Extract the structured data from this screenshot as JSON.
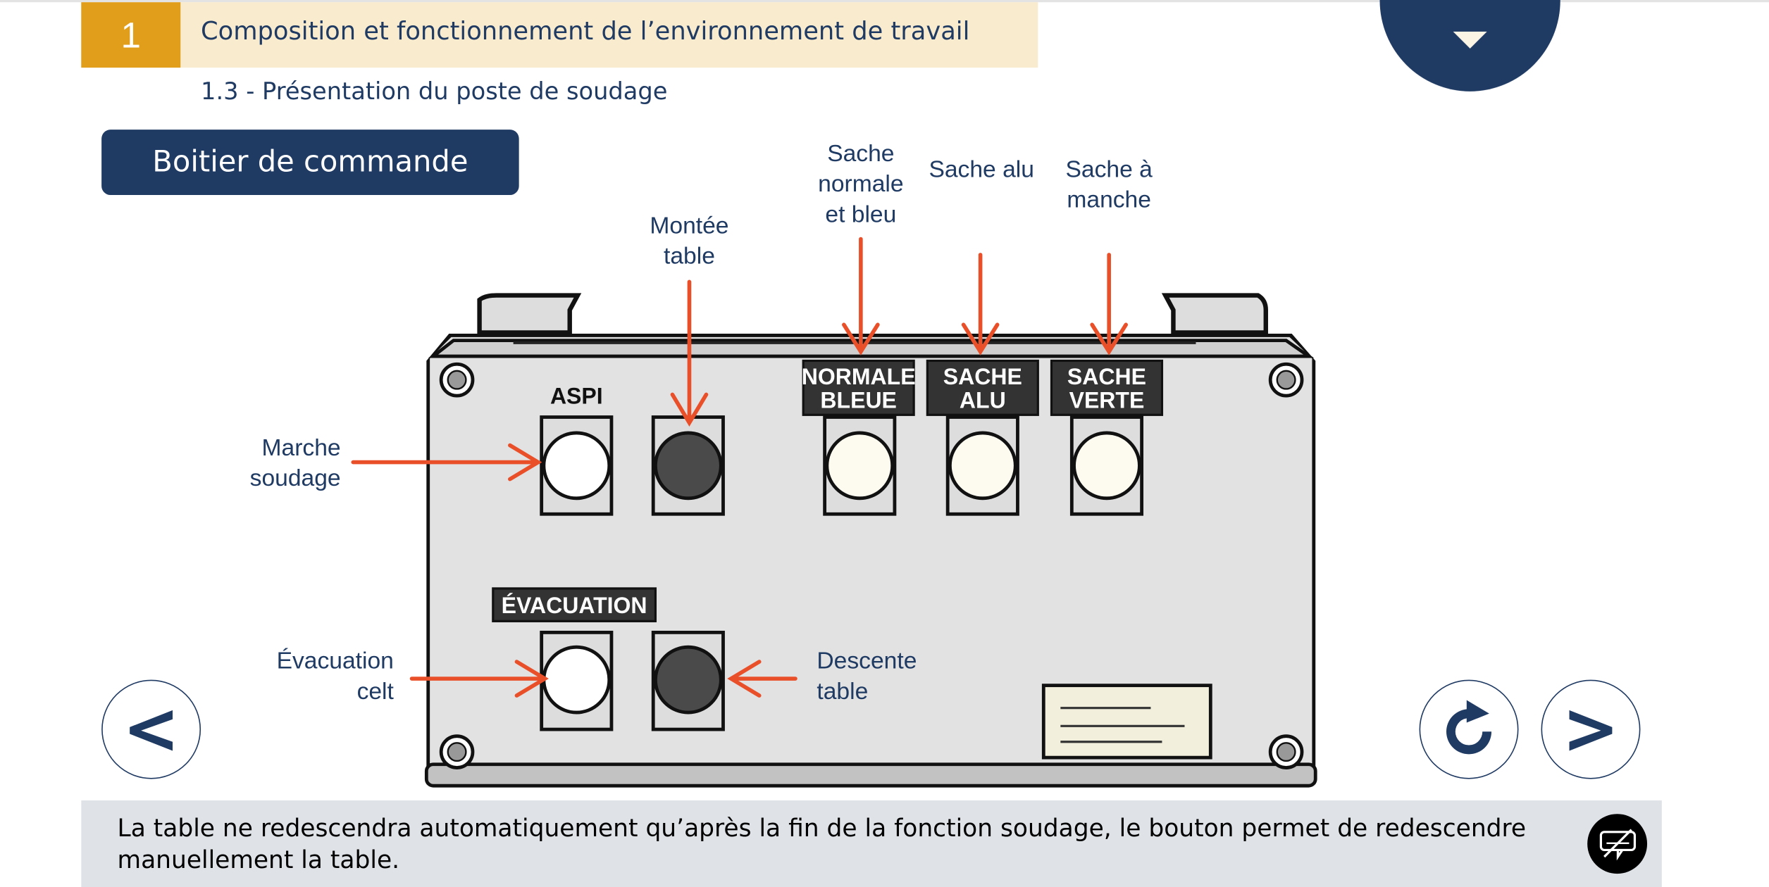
{
  "header": {
    "chapter_number": "1",
    "chapter_title": "Composition et fonctionnement de l’environnement de travail",
    "subtitle": "1.3 - Présentation du poste de soudage"
  },
  "section_button": "Boitier de commande",
  "callouts": {
    "sache_normale": [
      "Sache",
      "normale",
      "et bleu"
    ],
    "sache_alu": "Sache alu",
    "sache_manche": [
      "Sache à",
      "manche"
    ],
    "montee_table": [
      "Montée",
      "table"
    ],
    "marche_soudage": [
      "Marche",
      "soudage"
    ],
    "evacuation_celt": [
      "Évacuation",
      "celt"
    ],
    "descente_table": [
      "Descente",
      "table"
    ]
  },
  "panel_labels": {
    "aspi": "ASPI",
    "normale_bleue": [
      "NORMALE",
      "BLEUE"
    ],
    "sache_alu": [
      "SACHE",
      "ALU"
    ],
    "sache_verte": [
      "SACHE",
      "VERTE"
    ],
    "evacuation": "ÉVACUATION"
  },
  "nav": {
    "prev": "<",
    "next": ">"
  },
  "caption": "La table ne redescendra automatiquement qu’après la fin de la fonction soudage, le bouton permet de redescendre manuellement la table.",
  "colors": {
    "navy": "#1f3a63",
    "orange": "#e19e1b",
    "header_bg": "#f9ebcd",
    "arrow": "#e9502a",
    "caption_bg": "#dfe3e8"
  }
}
